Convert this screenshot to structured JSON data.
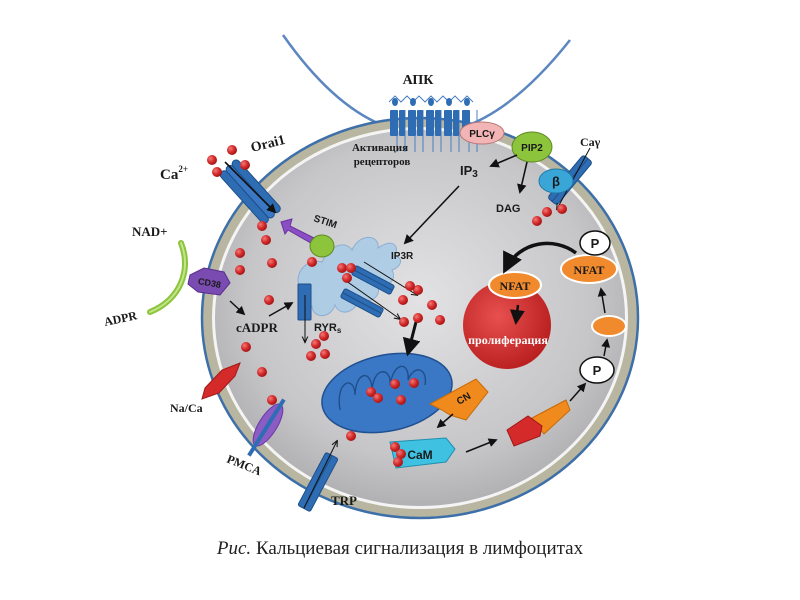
{
  "figure": {
    "caption_prefix": "Рис.",
    "caption_text": " Кальциевая сигнализация в лимфоцитах"
  },
  "labels": {
    "apc": "АПК",
    "receptor_activation_line1": "Активация",
    "receptor_activation_line2": "рецепторов",
    "plcg": "PLCγ",
    "pip2": "PIP2",
    "ip3": "IP",
    "ip3_sub": "3",
    "dag": "DAG",
    "cav": "Caγ",
    "beta": "β",
    "ca2": "Ca",
    "ca2_sup": "2+",
    "orai1": "Orai1",
    "stim": "STIM",
    "ip3r": "IP3R",
    "nad": "NAD+",
    "adpr": "ADPR",
    "cd38": "CD38",
    "cadpr": "cADPR",
    "ryrs": "RYR",
    "ryrs_sub": "s",
    "na_ca": "Na/Ca",
    "pmca": "PMCA",
    "trp": "TRP",
    "cam": "CaM",
    "cn": "CN",
    "nfat_nucleus": "NFAT",
    "nfat_cyto": "NFAT",
    "p_top": "P",
    "p_bottom": "P",
    "proliferation": "пролиферация"
  },
  "colors": {
    "membrane": "#3d6fa8",
    "cytoplasm": "#c9c9cb",
    "channel": "#2e6db3",
    "calcium": "#d42a2a",
    "er": "#a9cbe8",
    "mitochondrion": "#3a78c6",
    "nucleus": "#d33030",
    "nfat": "#f08a2c",
    "plcg": "#f3b4b6",
    "pip2": "#8cc43c",
    "beta": "#3aa6d8",
    "cam": "#3fc2e2",
    "cn": "#f08a1c",
    "cd38": "#7a4bb0",
    "pmca": "#8b5cc4",
    "exchanger": "#d42a2a",
    "stim_arrow": "#8a4fc2",
    "nad_arc": "#8cc43c"
  }
}
